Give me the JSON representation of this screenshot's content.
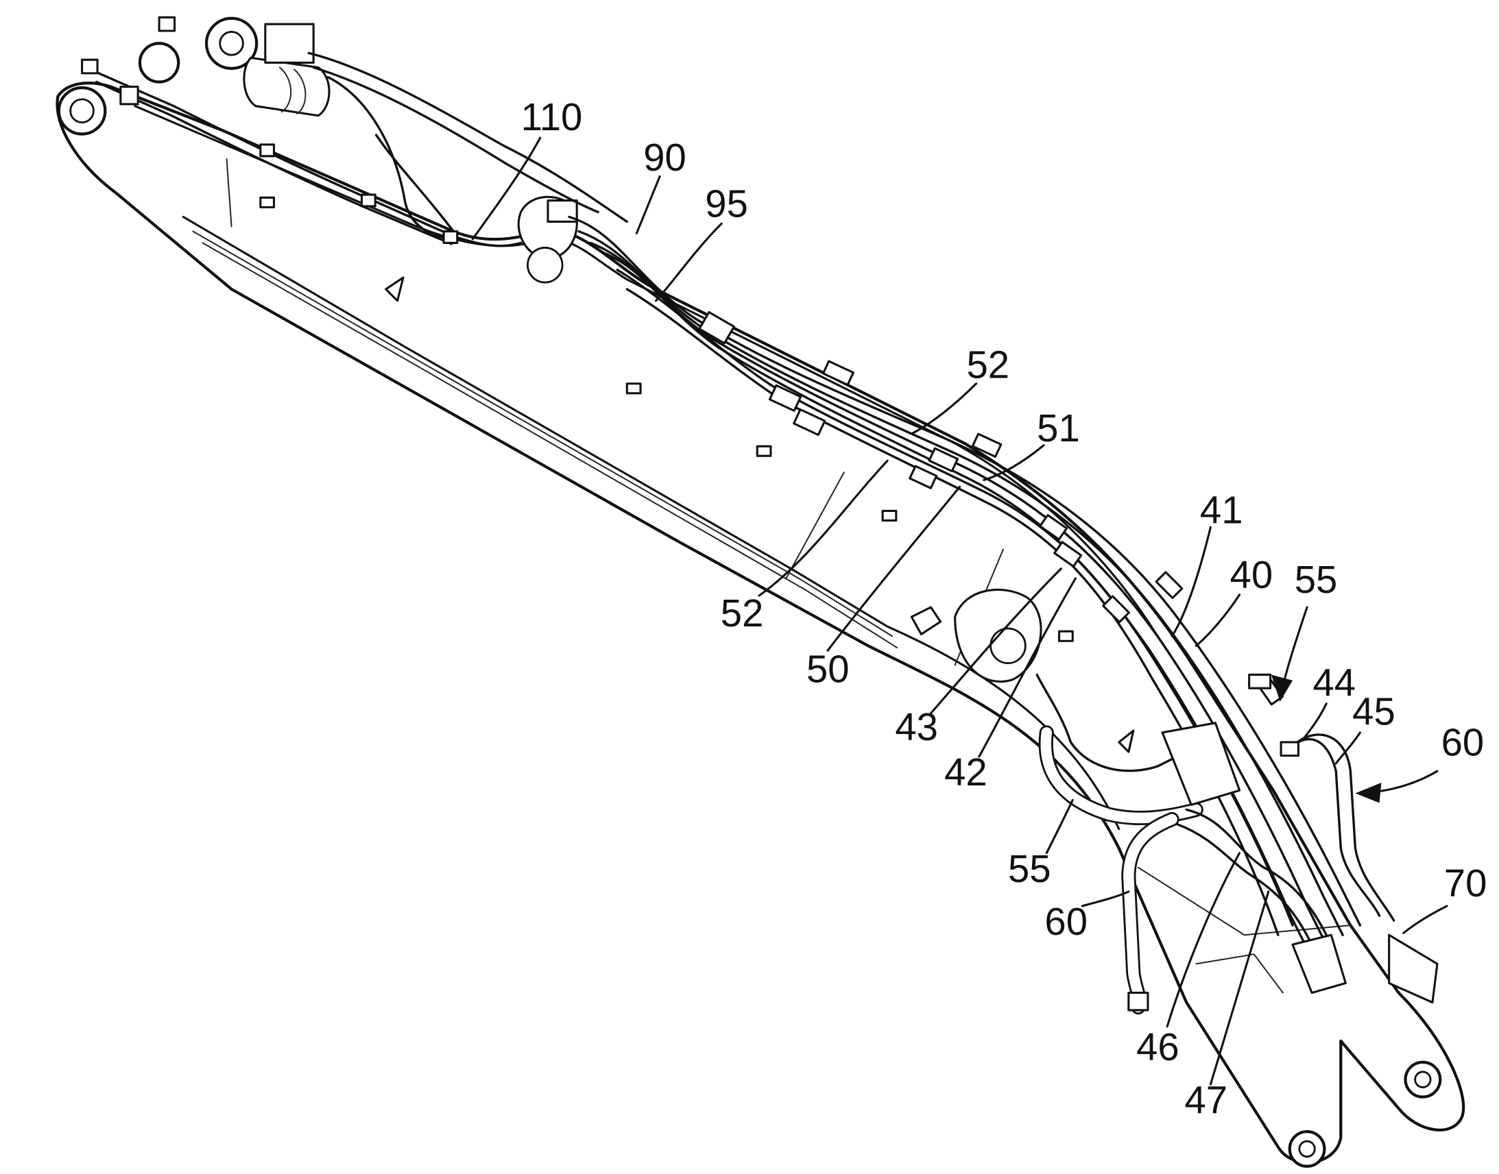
{
  "figure": {
    "labels": [
      {
        "key": "l110",
        "text": "110"
      },
      {
        "key": "l90",
        "text": "90"
      },
      {
        "key": "l95",
        "text": "95"
      },
      {
        "key": "l52a",
        "text": "52"
      },
      {
        "key": "l51",
        "text": "51"
      },
      {
        "key": "l41",
        "text": "41"
      },
      {
        "key": "l40",
        "text": "40"
      },
      {
        "key": "l55a",
        "text": "55"
      },
      {
        "key": "l44",
        "text": "44"
      },
      {
        "key": "l45",
        "text": "45"
      },
      {
        "key": "l60a",
        "text": "60"
      },
      {
        "key": "l52b",
        "text": "52"
      },
      {
        "key": "l50",
        "text": "50"
      },
      {
        "key": "l43",
        "text": "43"
      },
      {
        "key": "l42",
        "text": "42"
      },
      {
        "key": "l55b",
        "text": "55"
      },
      {
        "key": "l60b",
        "text": "60"
      },
      {
        "key": "l70",
        "text": "70"
      },
      {
        "key": "l46",
        "text": "46"
      },
      {
        "key": "l47",
        "text": "47"
      }
    ]
  }
}
